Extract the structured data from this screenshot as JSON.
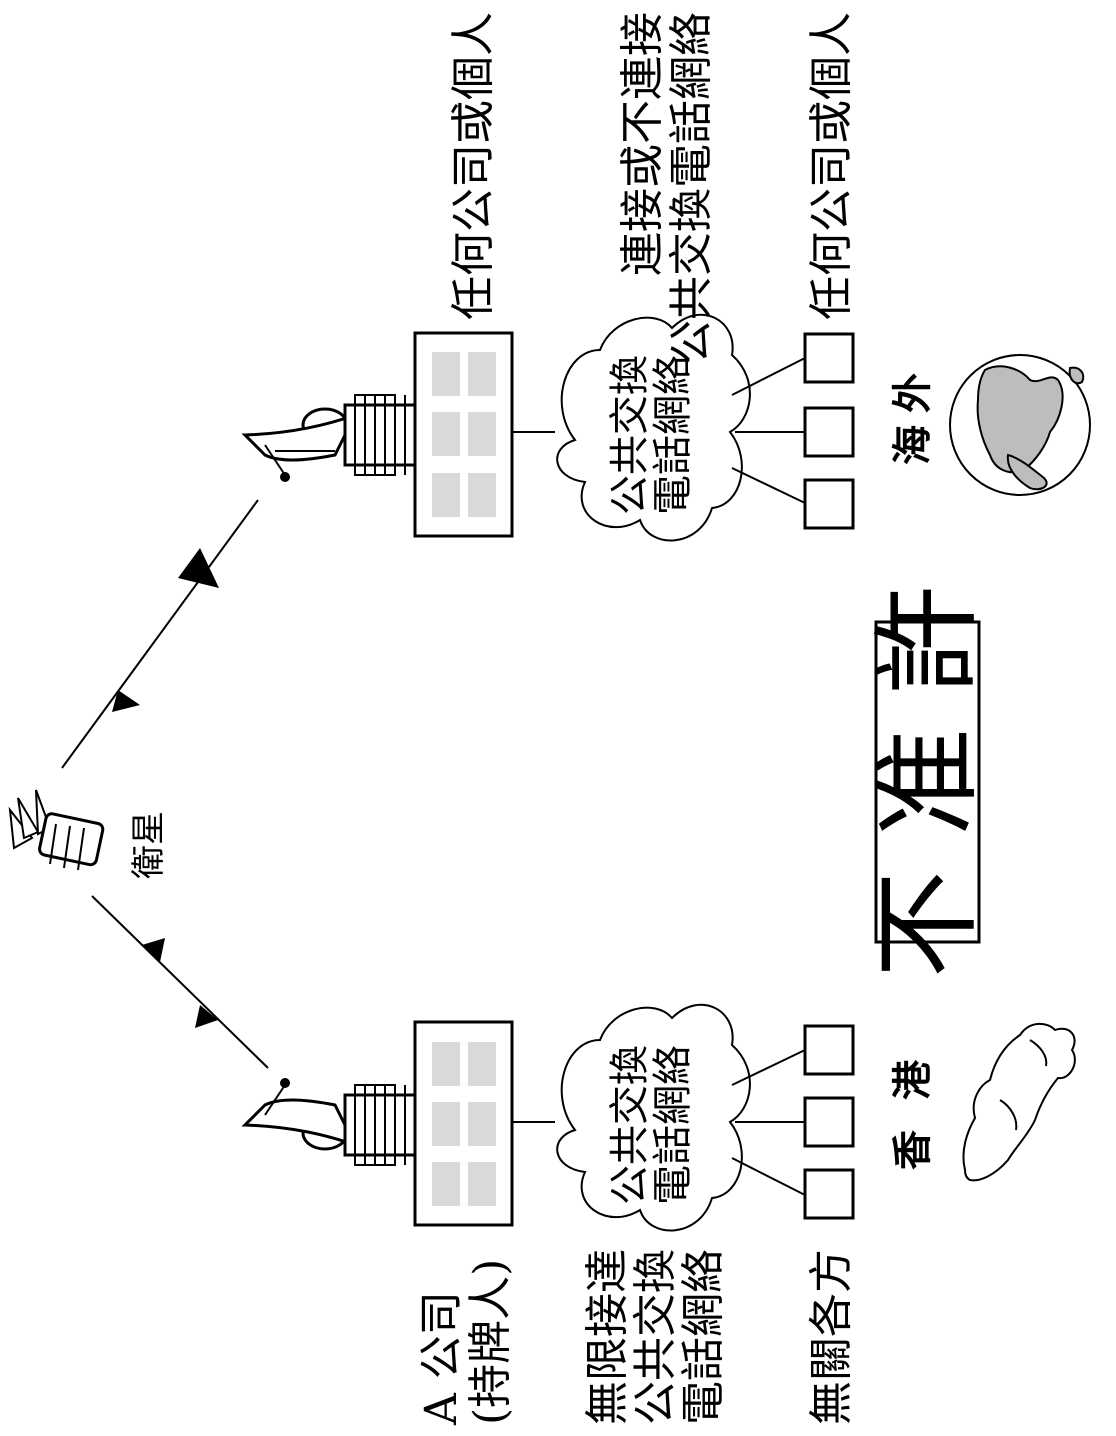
{
  "satellite_label": "衛星",
  "banner": "不 准 許",
  "top_party": "任何公司或個人",
  "top_connection": [
    "連接或不連接",
    "公共交換電話網絡"
  ],
  "bottom_party_right": "任何公司或個人",
  "left_party": [
    "A 公司",
    "(持牌人)"
  ],
  "left_connection": [
    "無限接達",
    "公共交換",
    "電話網絡"
  ],
  "left_unrelated": "無關各方",
  "cloud_text": [
    "公共交換",
    "電話網絡"
  ],
  "place_overseas": [
    "海",
    "外"
  ],
  "place_hongkong": [
    "香",
    "港"
  ]
}
